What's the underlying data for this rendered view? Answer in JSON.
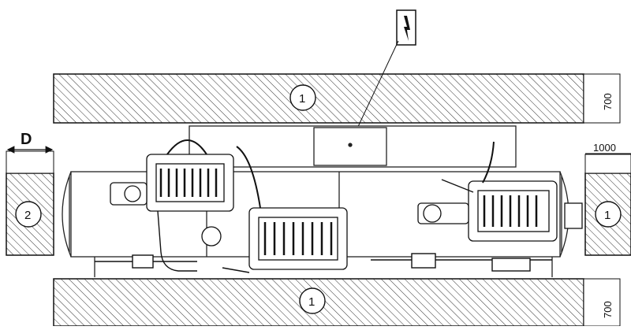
{
  "labels": {
    "top_wall": "1",
    "bottom_wall": "1",
    "right_wall": "1",
    "left_wall": "2",
    "clearance_left": "D",
    "dim_top": "700",
    "dim_bottom": "700",
    "dim_right": "1000"
  },
  "icons": {
    "electrical": "lightning-bolt-icon"
  }
}
